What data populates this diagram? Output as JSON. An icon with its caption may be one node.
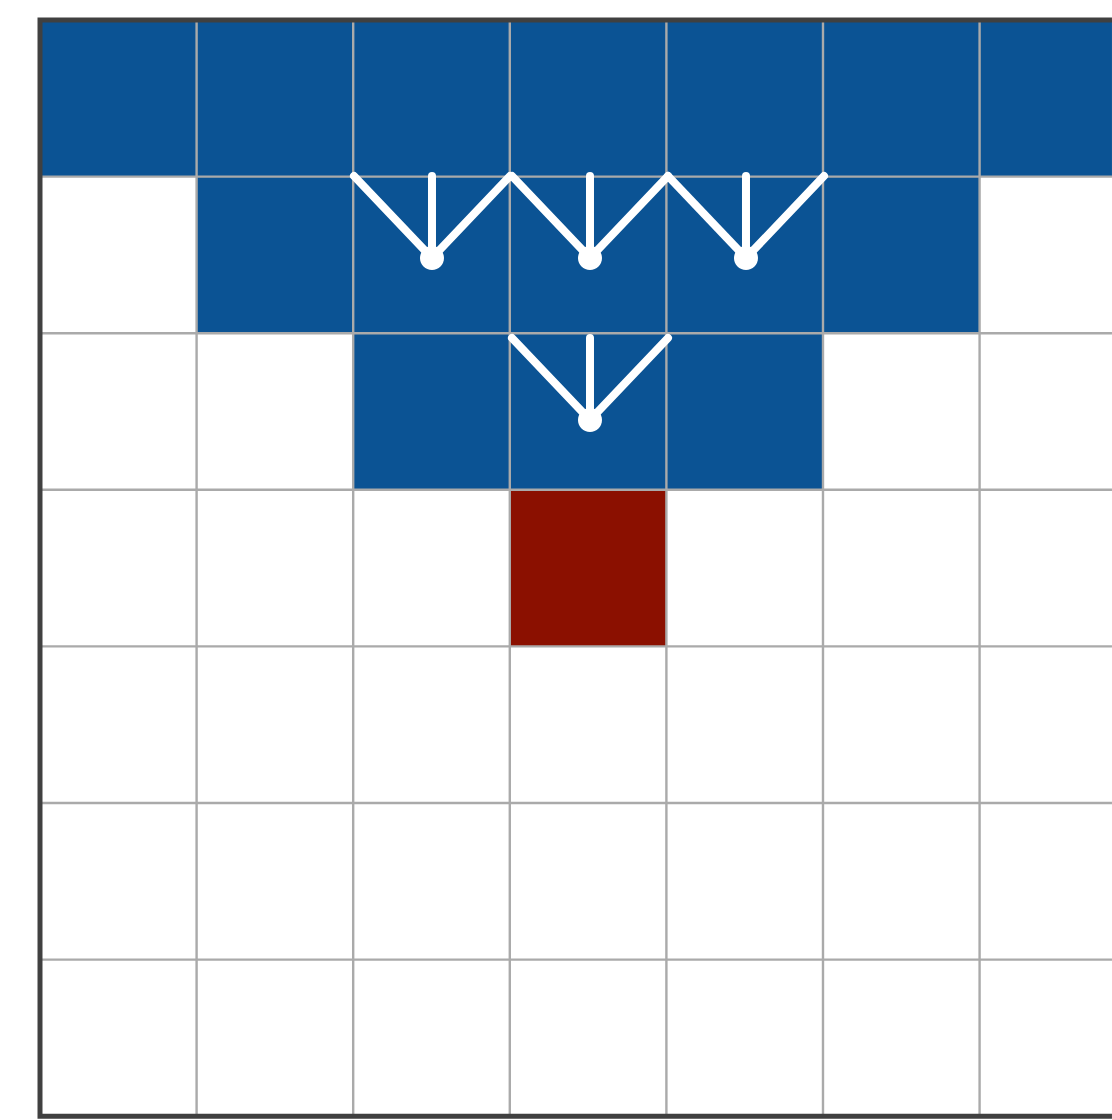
{
  "diagram": {
    "nodes": [
      {
        "text": [],
        "shape": "circle"
      },
      {
        "text": [],
        "shape": "circle"
      },
      {
        "text": [],
        "shape": "circle"
      },
      {
        "text": [],
        "shape": "circle"
      }
    ],
    "edges": [
      {
        "from": null,
        "to": 0,
        "arrow": "none"
      },
      {
        "from": null,
        "to": 0,
        "arrow": "none"
      },
      {
        "from": null,
        "to": 0,
        "arrow": "none"
      },
      {
        "from": null,
        "to": 1,
        "arrow": "none"
      },
      {
        "from": null,
        "to": 1,
        "arrow": "none"
      },
      {
        "from": null,
        "to": 1,
        "arrow": "none"
      },
      {
        "from": null,
        "to": 2,
        "arrow": "none"
      },
      {
        "from": null,
        "to": 2,
        "arrow": "none"
      },
      {
        "from": null,
        "to": 2,
        "arrow": "none"
      },
      {
        "from": null,
        "to": 3,
        "arrow": "none"
      },
      {
        "from": null,
        "to": 3,
        "arrow": "none"
      },
      {
        "from": null,
        "to": 3,
        "arrow": "none"
      }
    ]
  }
}
